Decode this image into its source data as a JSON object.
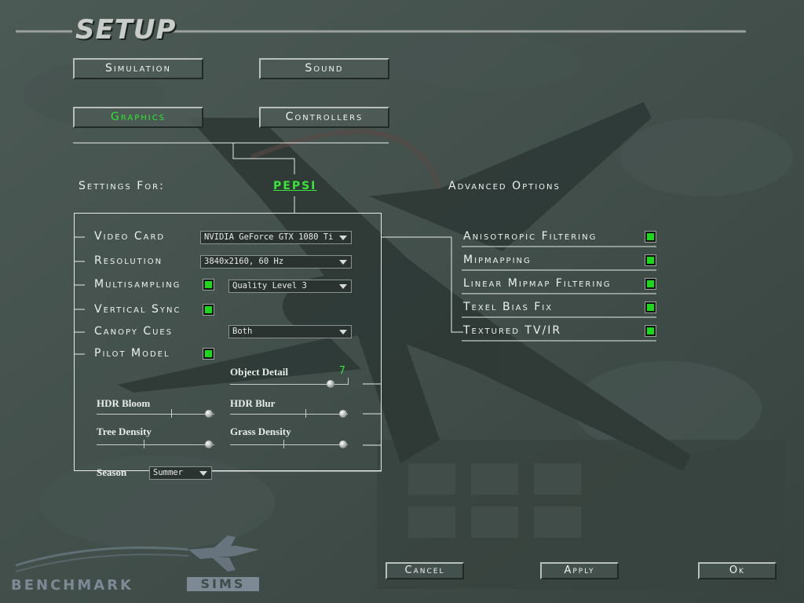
{
  "title": "SETUP",
  "tabs": {
    "simulation": "Simulation",
    "sound": "Sound",
    "graphics": "Graphics",
    "controllers": "Controllers"
  },
  "settings_for": {
    "label": "Settings For:",
    "profile": "PEPSI"
  },
  "advanced_header": "Advanced Options",
  "basic": {
    "video_card": {
      "label": "Video Card",
      "value": "NVIDIA GeForce GTX 1080 Ti"
    },
    "resolution": {
      "label": "Resolution",
      "value": "3840x2160, 60 Hz"
    },
    "multisampling": {
      "label": "Multisampling",
      "checked": true,
      "value": "Quality Level 3"
    },
    "vertical_sync": {
      "label": "Vertical Sync",
      "checked": true
    },
    "canopy_cues": {
      "label": "Canopy Cues",
      "value": "Both"
    },
    "pilot_model": {
      "label": "Pilot Model",
      "checked": true
    }
  },
  "sliders": {
    "object_detail": {
      "label": "Object Detail",
      "value_text": "7"
    },
    "hdr_bloom": {
      "label": "HDR Bloom"
    },
    "hdr_blur": {
      "label": "HDR Blur"
    },
    "tree_density": {
      "label": "Tree Density"
    },
    "grass_density": {
      "label": "Grass Density"
    }
  },
  "season": {
    "label": "Season",
    "value": "Summer"
  },
  "advanced": [
    {
      "label": "Anisotropic Filtering",
      "checked": true
    },
    {
      "label": "Mipmapping",
      "checked": true
    },
    {
      "label": "Linear Mipmap Filtering",
      "checked": true
    },
    {
      "label": "Texel Bias Fix",
      "checked": true
    },
    {
      "label": "Textured TV/IR",
      "checked": true
    }
  ],
  "buttons": {
    "cancel": "Cancel",
    "apply": "Apply",
    "ok": "Ok"
  },
  "logo": {
    "word1": "BENCHMARK",
    "word2": "SIMS"
  },
  "colors": {
    "accent_green": "#39e639",
    "checkbox_green": "#19d919",
    "background": "#3f4d4a"
  }
}
